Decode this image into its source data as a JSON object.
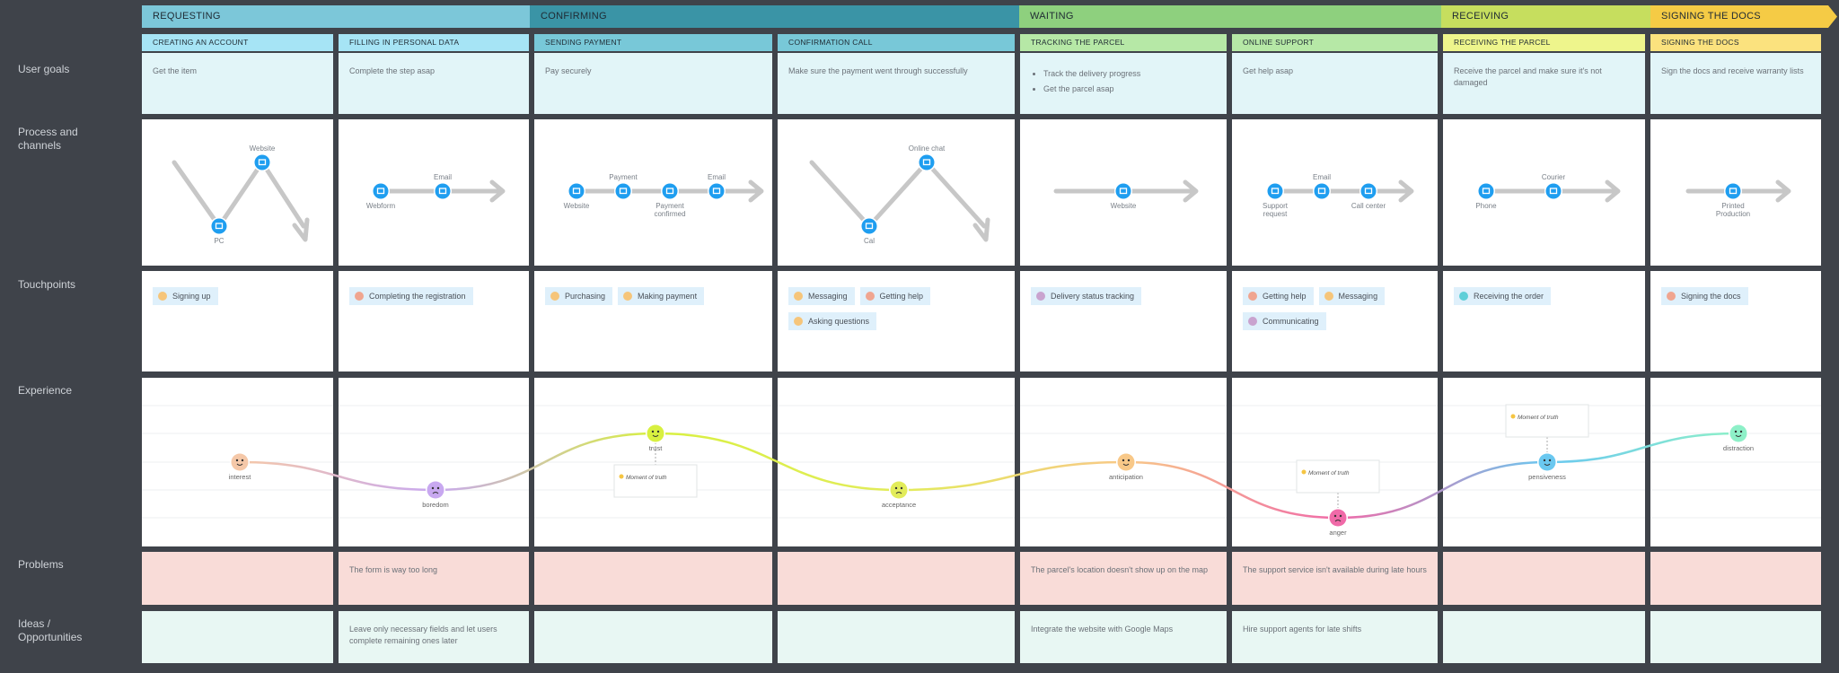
{
  "stages": [
    {
      "label": "REQUESTING",
      "color": "#7cc7d9"
    },
    {
      "label": "CONFIRMING",
      "color": "#3a94a6"
    },
    {
      "label": "WAITING",
      "color": "#8ed07e"
    },
    {
      "label": "RECEIVING",
      "color": "#c6de5e"
    },
    {
      "label": "SIGNING THE DOCS",
      "color": "#f5cb45"
    }
  ],
  "row_labels": {
    "goals": "User goals",
    "process": "Process and channels",
    "touchpoints": "Touchpoints",
    "experience": "Experience",
    "problems": "Problems",
    "ideas": "Ideas / Opportunities"
  },
  "columns": [
    {
      "title": "CREATING AN ACCOUNT",
      "color": "#a6e4f5",
      "goal": "Get the item",
      "problem": "",
      "idea": ""
    },
    {
      "title": "FILLING IN PERSONAL DATA",
      "color": "#a6e4f5",
      "goal": "Complete the step asap",
      "problem": "The form is way too long",
      "idea": "Leave only necessary fields and let users complete remaining ones later"
    },
    {
      "title": "SENDING PAYMENT",
      "color": "#78c8d8",
      "goal": "Pay securely",
      "problem": "",
      "idea": ""
    },
    {
      "title": "CONFIRMATION CALL",
      "color": "#78c8d8",
      "goal": "Make sure the payment went through successfully",
      "problem": "",
      "idea": ""
    },
    {
      "title": "TRACKING THE PARCEL",
      "color": "#b6e8a6",
      "goal_list": [
        "Track the delivery progress",
        "Get the parcel asap"
      ],
      "problem": "The parcel's location doesn't show up on the map",
      "idea": "Integrate the website with Google Maps"
    },
    {
      "title": "ONLINE SUPPORT",
      "color": "#b6e8a6",
      "goal": "Get help asap",
      "problem": "The support service isn't available during late hours",
      "idea": "Hire support agents for late shifts"
    },
    {
      "title": "RECEIVING THE PARCEL",
      "color": "#eef58c",
      "goal": "Receive the parcel and make sure it's not damaged",
      "problem": "",
      "idea": ""
    },
    {
      "title": "SIGNING THE DOCS",
      "color": "#fbe27e",
      "goal": "Sign the docs and receive warranty lists",
      "problem": "",
      "idea": ""
    }
  ],
  "touchpoints": [
    [
      {
        "label": "Signing up",
        "color": "#f6c57a"
      }
    ],
    [
      {
        "label": "Completing the registration",
        "color": "#f0a590"
      }
    ],
    [
      {
        "label": "Purchasing",
        "color": "#f6c57a"
      },
      {
        "label": "Making payment",
        "color": "#f6c57a"
      }
    ],
    [
      {
        "label": "Messaging",
        "color": "#f6c57a"
      },
      {
        "label": "Getting help",
        "color": "#f0a590"
      },
      {
        "label": "Asking questions",
        "color": "#f6c57a"
      }
    ],
    [
      {
        "label": "Delivery status tracking",
        "color": "#c9a3cf"
      }
    ],
    [
      {
        "label": "Getting help",
        "color": "#f0a590"
      },
      {
        "label": "Messaging",
        "color": "#f6c57a"
      },
      {
        "label": "Communicating",
        "color": "#c9a3cf"
      }
    ],
    [
      {
        "label": "Receiving the order",
        "color": "#5fcfd8"
      }
    ],
    [
      {
        "label": "Signing the docs",
        "color": "#f0a590"
      }
    ]
  ],
  "channels": {
    "pc": "PC",
    "website": "Website",
    "webform": "Webform",
    "email": "Email",
    "payment": "Payment",
    "payment_confirmed": "Payment confirmed",
    "online_chat": "Online chat",
    "call": "Cal",
    "support_request": "Support request",
    "call_center": "Call center",
    "phone": "Phone",
    "courier": "Courier",
    "printed_production": "Printed Production"
  },
  "emotions": [
    {
      "label": "interest",
      "level": 3,
      "color": "#f5c8a8"
    },
    {
      "label": "boredom",
      "level": 2,
      "color": "#c8a8f0"
    },
    {
      "label": "trust",
      "level": 4,
      "color": "#d8f040"
    },
    {
      "label": "acceptance",
      "level": 2,
      "color": "#e2ec5a"
    },
    {
      "label": "anticipation",
      "level": 3,
      "color": "#f8c888"
    },
    {
      "label": "anger",
      "level": 1,
      "color": "#f06aa8"
    },
    {
      "label": "pensiveness",
      "level": 3,
      "color": "#6ac8f0"
    },
    {
      "label": "distraction",
      "level": 4,
      "color": "#8ef0c8"
    }
  ],
  "moments": [
    "Moment of truth",
    "Moment of truth",
    "Moment of truth"
  ],
  "accent": "#1f9ef0"
}
